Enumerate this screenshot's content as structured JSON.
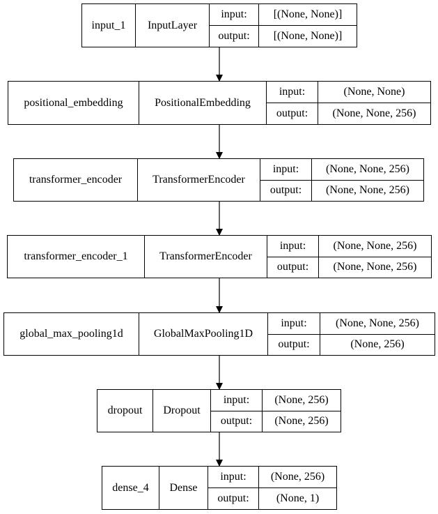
{
  "layers": [
    {
      "name": "input_1",
      "type": "InputLayer",
      "input_label": "input:",
      "input_value": "[(None, None)]",
      "output_label": "output:",
      "output_value": "[(None, None)]"
    },
    {
      "name": "positional_embedding",
      "type": "PositionalEmbedding",
      "input_label": "input:",
      "input_value": "(None, None)",
      "output_label": "output:",
      "output_value": "(None, None, 256)"
    },
    {
      "name": "transformer_encoder",
      "type": "TransformerEncoder",
      "input_label": "input:",
      "input_value": "(None, None, 256)",
      "output_label": "output:",
      "output_value": "(None, None, 256)"
    },
    {
      "name": "transformer_encoder_1",
      "type": "TransformerEncoder",
      "input_label": "input:",
      "input_value": "(None, None, 256)",
      "output_label": "output:",
      "output_value": "(None, None, 256)"
    },
    {
      "name": "global_max_pooling1d",
      "type": "GlobalMaxPooling1D",
      "input_label": "input:",
      "input_value": "(None, None, 256)",
      "output_label": "output:",
      "output_value": "(None, 256)"
    },
    {
      "name": "dropout",
      "type": "Dropout",
      "input_label": "input:",
      "input_value": "(None, 256)",
      "output_label": "output:",
      "output_value": "(None, 256)"
    },
    {
      "name": "dense_4",
      "type": "Dense",
      "input_label": "input:",
      "input_value": "(None, 256)",
      "output_label": "output:",
      "output_value": "(None, 1)"
    }
  ]
}
